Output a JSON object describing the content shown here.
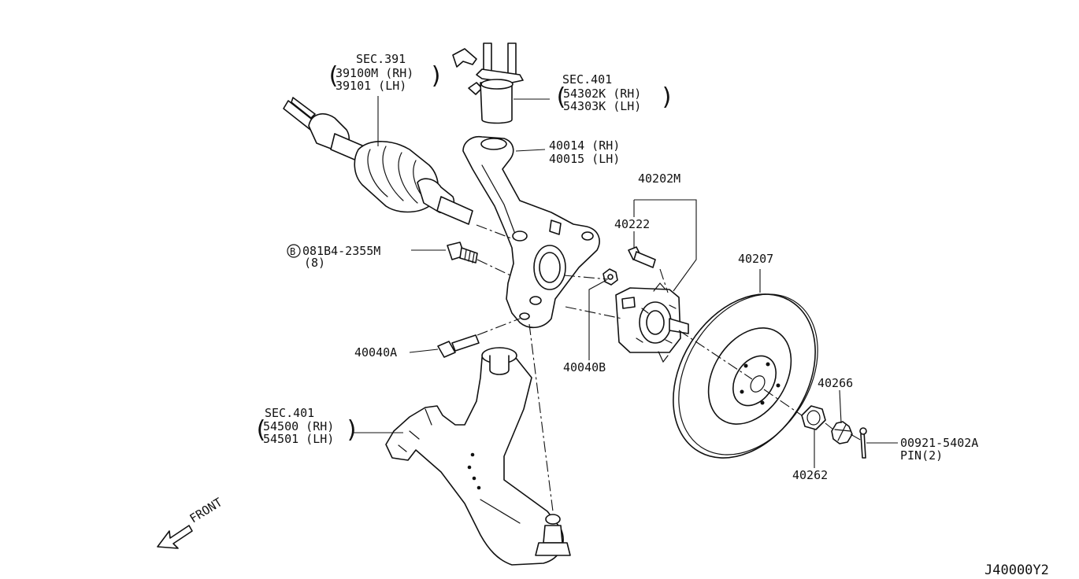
{
  "labels": {
    "driveshaft": {
      "sec": "SEC.391",
      "rh": "39100M (RH)",
      "lh": "39101  (LH)"
    },
    "bracket": {
      "sec": "SEC.401",
      "rh": "54302K (RH)",
      "lh": "54303K (LH)"
    },
    "knuckle": {
      "rh": "40014 (RH)",
      "lh": "40015 (LH)"
    },
    "hub_assembly": "40202M",
    "hub_bolt": "40222",
    "bolt_upper": {
      "circle": "B",
      "part": "081B4-2355M",
      "qty": "(8)"
    },
    "rotor": "40207",
    "bolt_lower": "40040A",
    "nut": "40040B",
    "lower_arm": {
      "sec": "SEC.401",
      "rh": "54500 (RH)",
      "lh": "54501 (LH)"
    },
    "lock_cap": "40266",
    "hub_nut": "40262",
    "pin": {
      "part": "00921-5402A",
      "desc": "PIN(2)"
    },
    "front": "FRONT",
    "figure_code": "J40000Y2"
  }
}
